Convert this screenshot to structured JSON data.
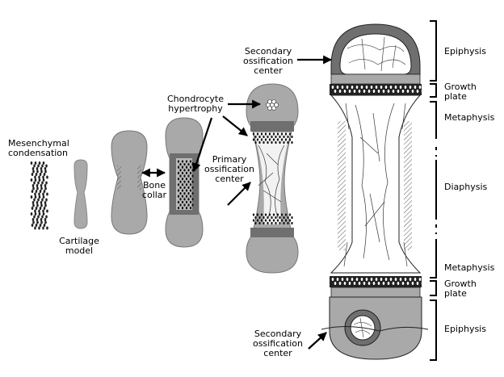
{
  "labels": {
    "mesenchymal": "Mesenchymal\ncondensation",
    "cartilage": "Cartilage\nmodel",
    "bone_collar": "Bone\ncollar",
    "chondrocyte": "Chondrocyte\nhypertrophy",
    "primary": "Primary\nossification\ncenter",
    "secondary_top": "Secondary\nossification\ncenter",
    "secondary_bottom": "Secondary\nossification\ncenter"
  },
  "zones": {
    "epiphysis_top": "Epiphysis",
    "growth_top": "Growth\nplate",
    "metaphysis_top": "Metaphysis",
    "diaphysis": "Diaphysis",
    "metaphysis_bottom": "Metaphysis",
    "growth_bottom": "Growth\nplate",
    "epiphysis_bottom": "Epiphysis"
  },
  "colors": {
    "cartilage": "#a9a9a9",
    "bone": "#6f6f6f",
    "outline": "#222222",
    "ink": "#000000"
  }
}
